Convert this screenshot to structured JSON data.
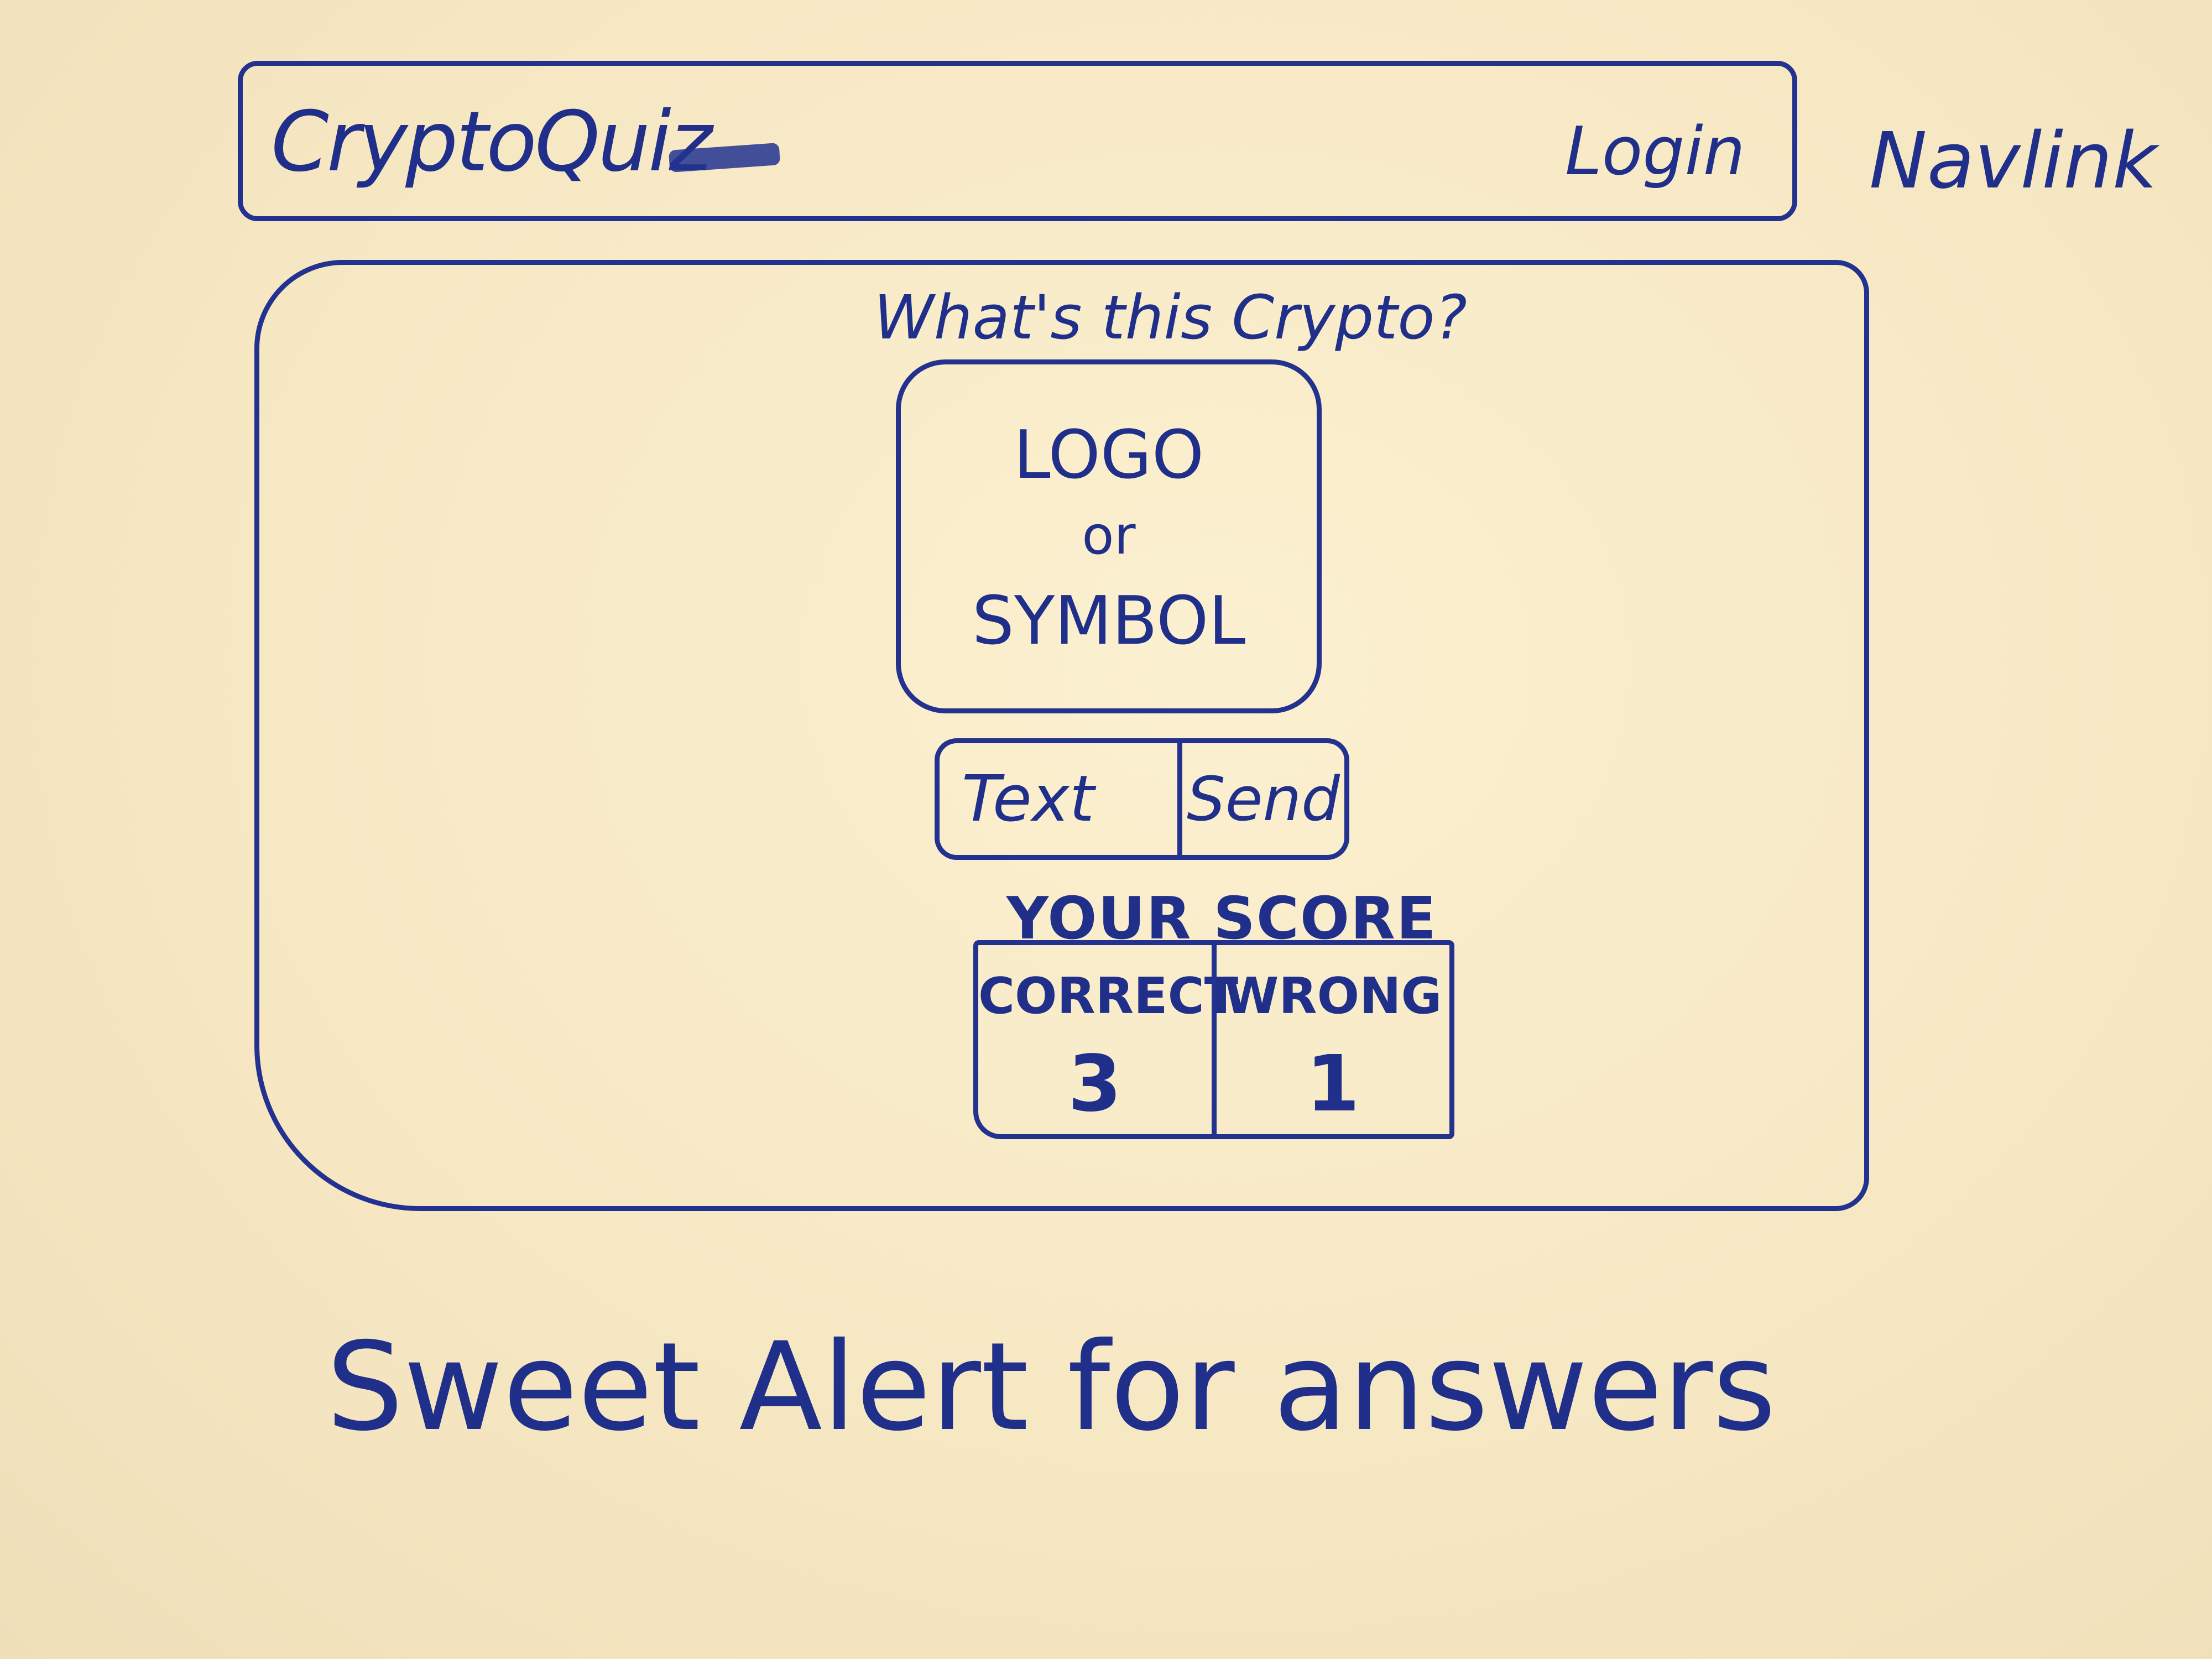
{
  "navbar": {
    "brand": "CryptoQuiz",
    "login_label": "Login"
  },
  "annotations": {
    "navlink": "Navlink",
    "alert": "Sweet Alert for answers"
  },
  "quiz": {
    "question": "What's this Crypto?",
    "logo_line1": "LOGO",
    "logo_line2": "or",
    "logo_line3": "SYMBOL",
    "input_placeholder": "Text",
    "send_label": "Send"
  },
  "score": {
    "title": "YOUR SCORE",
    "correct_label": "CORRECT",
    "correct_value": "3",
    "wrong_label": "WRONG",
    "wrong_value": "1"
  },
  "colors": {
    "ink": "#23328f",
    "paper": "#f7e8c4"
  }
}
